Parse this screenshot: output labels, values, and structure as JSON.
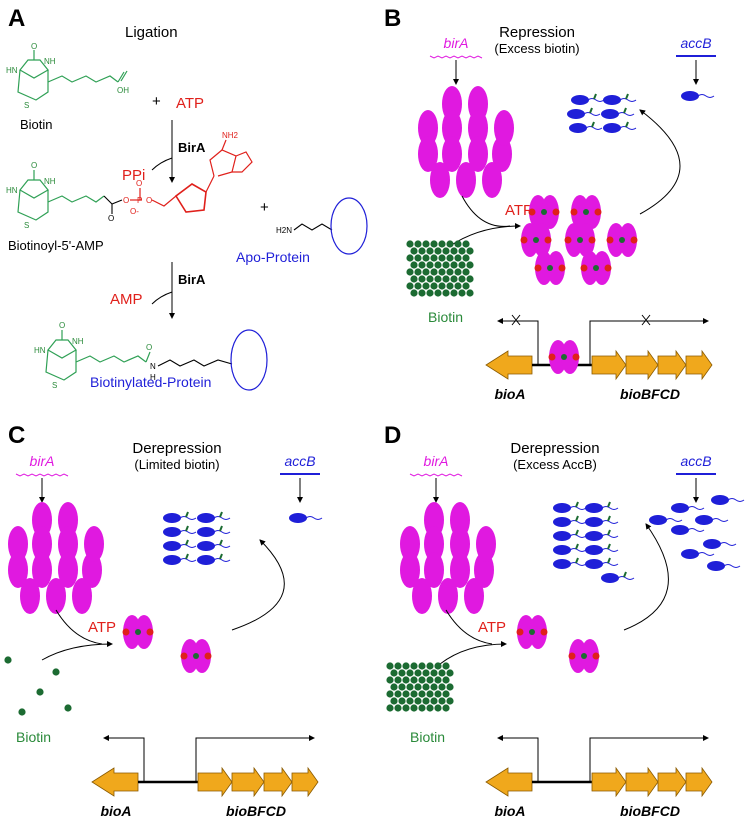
{
  "panels": [
    {
      "id": "A",
      "label": "A",
      "title": "Ligation"
    },
    {
      "id": "B",
      "label": "B",
      "title": "Repression",
      "subtitle": "(Excess biotin)"
    },
    {
      "id": "C",
      "label": "C",
      "title": "Derepression",
      "subtitle": "(Limited biotin)"
    },
    {
      "id": "D",
      "label": "D",
      "title": "Derepression",
      "subtitle": "(Excess AccB)"
    }
  ],
  "panelA": {
    "biotin": "Biotin",
    "plus1": "+",
    "atp": "ATP",
    "bira1": "BirA",
    "ppi": "PPi",
    "intermediate": "Biotinoyl-5'-AMP",
    "plus2": "+",
    "apo": "Apo-Protein",
    "bira2": "BirA",
    "amp": "AMP",
    "product": "Biotinylated-Protein",
    "h2n": "H2N",
    "atoms": {
      "O": "O",
      "H": "H",
      "HN": "HN",
      "NH": "NH",
      "N": "N",
      "S": "S",
      "OH": "OH",
      "P": "P",
      "Ominus": "O-",
      "NH2": "NH2"
    }
  },
  "common": {
    "birA": "birA",
    "accB": "accB",
    "atp": "ATP",
    "biotin": "Biotin",
    "bioA": "bioA",
    "bioBFCD": "bioBFCD"
  },
  "colors": {
    "magenta": "#e019e0",
    "blue": "#1f1fd8",
    "green": "#2a8a3a",
    "red": "#e0201b",
    "orange": "#f0a81c",
    "chem_green": "#2fa055",
    "dark_green": "#1c6b32"
  }
}
